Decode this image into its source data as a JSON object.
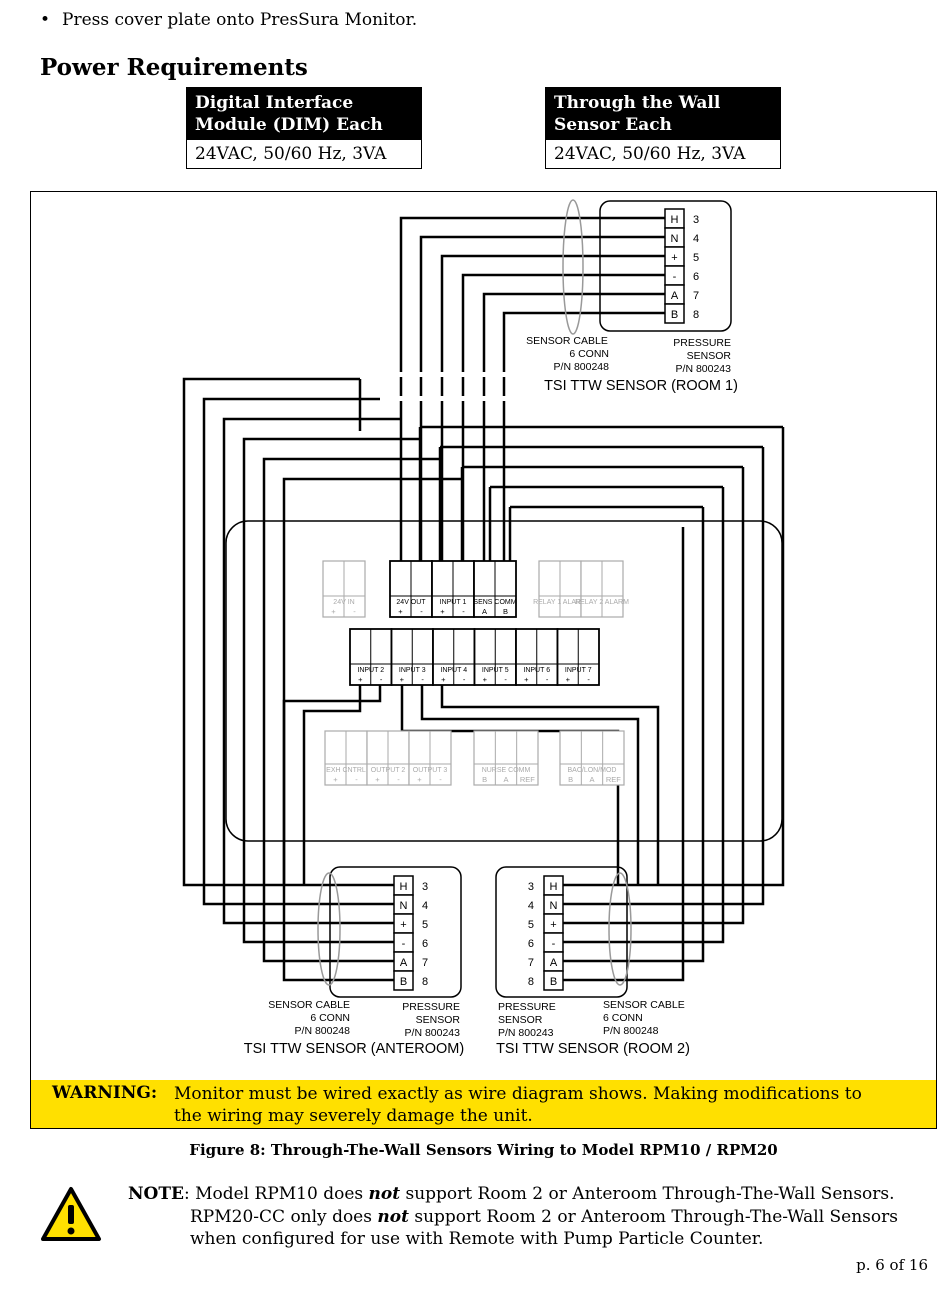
{
  "bullet": {
    "marker": "•",
    "text": "Press cover plate onto PresSura Monitor."
  },
  "section_title": "Power Requirements",
  "power_tables": [
    {
      "header": "Digital Interface Module (DIM) Each",
      "value": "24VAC, 50/60 Hz, 3VA"
    },
    {
      "header": "Through the Wall Sensor Each",
      "value": "24VAC, 50/60 Hz, 3VA"
    }
  ],
  "diagram": {
    "room1": {
      "terminals": [
        "H",
        "N",
        "+",
        "-",
        "A",
        "B"
      ],
      "numbers": [
        "3",
        "4",
        "5",
        "6",
        "7",
        "8"
      ],
      "cable_label": [
        "SENSOR CABLE",
        "6 CONN",
        "P/N 800248"
      ],
      "sensor_label": [
        "PRESSURE",
        "SENSOR",
        "P/N 800243"
      ],
      "title": "TSI TTW SENSOR (ROOM 1)"
    },
    "anteroom": {
      "terminals": [
        "H",
        "N",
        "+",
        "-",
        "A",
        "B"
      ],
      "numbers": [
        "3",
        "4",
        "5",
        "6",
        "7",
        "8"
      ],
      "cable_label": [
        "SENSOR CABLE",
        "6 CONN",
        "P/N 800248"
      ],
      "sensor_label": [
        "PRESSURE",
        "SENSOR",
        "P/N 800243"
      ],
      "title": "TSI TTW SENSOR (ANTEROOM)"
    },
    "room2": {
      "terminals": [
        "H",
        "N",
        "+",
        "-",
        "A",
        "B"
      ],
      "numbers": [
        "3",
        "4",
        "5",
        "6",
        "7",
        "8"
      ],
      "cable_label": [
        "SENSOR CABLE",
        "6 CONN",
        "P/N 800248"
      ],
      "sensor_label": [
        "PRESSURE",
        "SENSOR",
        "P/N 800243"
      ],
      "title": "TSI TTW SENSOR (ROOM 2)"
    },
    "top_blocks": [
      {
        "label": "24V IN",
        "pins": [
          "+",
          "-"
        ],
        "active": false
      },
      {
        "label": "24V OUT",
        "pins": [
          "+",
          "-"
        ],
        "active": true
      },
      {
        "label": "INPUT 1",
        "pins": [
          "+",
          "-"
        ],
        "active": true
      },
      {
        "label": "SENS COMM",
        "pins": [
          "A",
          "B"
        ],
        "active": true
      },
      {
        "label": "RELAY 1 ALARM",
        "pins": [],
        "active": false
      },
      {
        "label": "RELAY 2 ALARM",
        "pins": [],
        "active": false
      }
    ],
    "input_blocks": [
      {
        "label": "INPUT 2",
        "pins": [
          "+",
          "-"
        ]
      },
      {
        "label": "INPUT 3",
        "pins": [
          "+",
          "-"
        ]
      },
      {
        "label": "INPUT 4",
        "pins": [
          "+",
          "-"
        ]
      },
      {
        "label": "INPUT 5",
        "pins": [
          "+",
          "-"
        ]
      },
      {
        "label": "INPUT 6",
        "pins": [
          "+",
          "-"
        ]
      },
      {
        "label": "INPUT 7",
        "pins": [
          "+",
          "-"
        ]
      }
    ],
    "output_blocks": [
      {
        "label": "EXH CNTRL",
        "pins": [
          "+",
          "-"
        ]
      },
      {
        "label": "OUTPUT 2",
        "pins": [
          "+",
          "-"
        ]
      },
      {
        "label": "OUTPUT 3",
        "pins": [
          "+",
          "-"
        ]
      }
    ],
    "comm_blocks": [
      {
        "label": "NURSE COMM",
        "pins": [
          "B",
          "A",
          "REF"
        ]
      },
      {
        "label": "BAC/LON/MOD",
        "pins": [
          "B",
          "A",
          "REF"
        ]
      }
    ]
  },
  "warning": {
    "label": "WARNING:",
    "text": "Monitor must be wired exactly as wire diagram shows. Making modifications to the wiring may severely damage the unit.",
    "color": "#ffe000"
  },
  "figure_caption": "Figure 8:  Through-The-Wall Sensors Wiring to Model RPM10 / RPM20",
  "note": {
    "label": "NOTE",
    "line1_pre": ": Model RPM10 does ",
    "line1_em": "not",
    "line1_post": " support Room 2 or Anteroom Through-The-Wall Sensors.",
    "line2_pre": "RPM20-CC only does ",
    "line2_em": "not",
    "line2_post": " support Room 2 or Anteroom Through-The-Wall Sensors",
    "line3": "when configured for use with Remote with Pump Particle Counter.",
    "icon": "warning-triangle-icon"
  },
  "page_number": "p. 6 of 16"
}
